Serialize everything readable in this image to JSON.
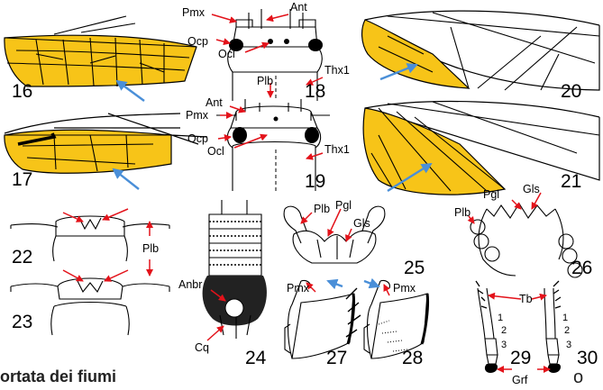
{
  "figures": {
    "f16": "16",
    "f17": "17",
    "f18": "18",
    "f19": "19",
    "f20": "20",
    "f21": "21",
    "f22": "22",
    "f23": "23",
    "f24": "24",
    "f25": "25",
    "f26": "26",
    "f27": "27",
    "f28": "28",
    "f29": "29",
    "f30": "30"
  },
  "labels": {
    "pmx": "Pmx",
    "ant": "Ant",
    "ocp": "Ocp",
    "ocl": "Ocl",
    "thx1": "Thx1",
    "plb": "Plb",
    "pgl": "Pgl",
    "gls": "Gls",
    "anbr": "Anbr",
    "cq": "Cq",
    "tb": "Tb",
    "grf": "Grf"
  },
  "tarsal_numbers": [
    "1",
    "2",
    "3"
  ],
  "caption": "ortata dei fiumi",
  "corner_glyph": "o",
  "colors": {
    "highlight": "#f7c418",
    "pointer_red": "#e3121a",
    "pointer_blue": "#4a8fd8"
  }
}
